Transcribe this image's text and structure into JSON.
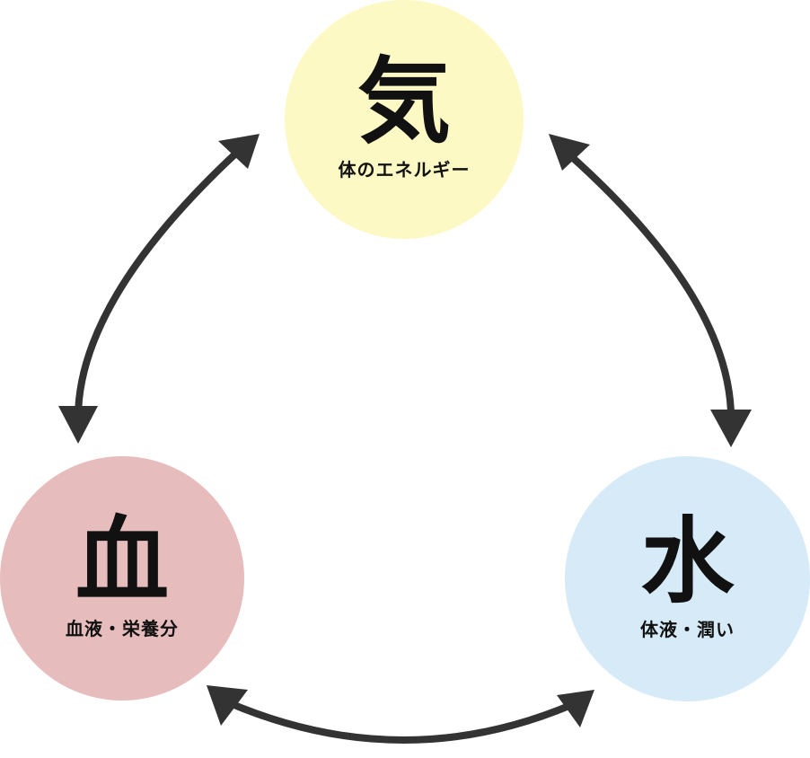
{
  "nodes": {
    "ki": {
      "kanji": "気",
      "label": "体のエネルギー",
      "color": "#fdf9c4"
    },
    "ketsu": {
      "kanji": "血",
      "label": "血液・栄養分",
      "color": "#e7bcbc"
    },
    "sui": {
      "kanji": "水",
      "label": "体液・潤い",
      "color": "#d6ebf7"
    }
  },
  "arrow_color": "#333333",
  "relations": [
    {
      "between": [
        "気",
        "血"
      ],
      "direction": "bidirectional"
    },
    {
      "between": [
        "気",
        "水"
      ],
      "direction": "bidirectional"
    },
    {
      "between": [
        "血",
        "水"
      ],
      "direction": "bidirectional"
    }
  ]
}
